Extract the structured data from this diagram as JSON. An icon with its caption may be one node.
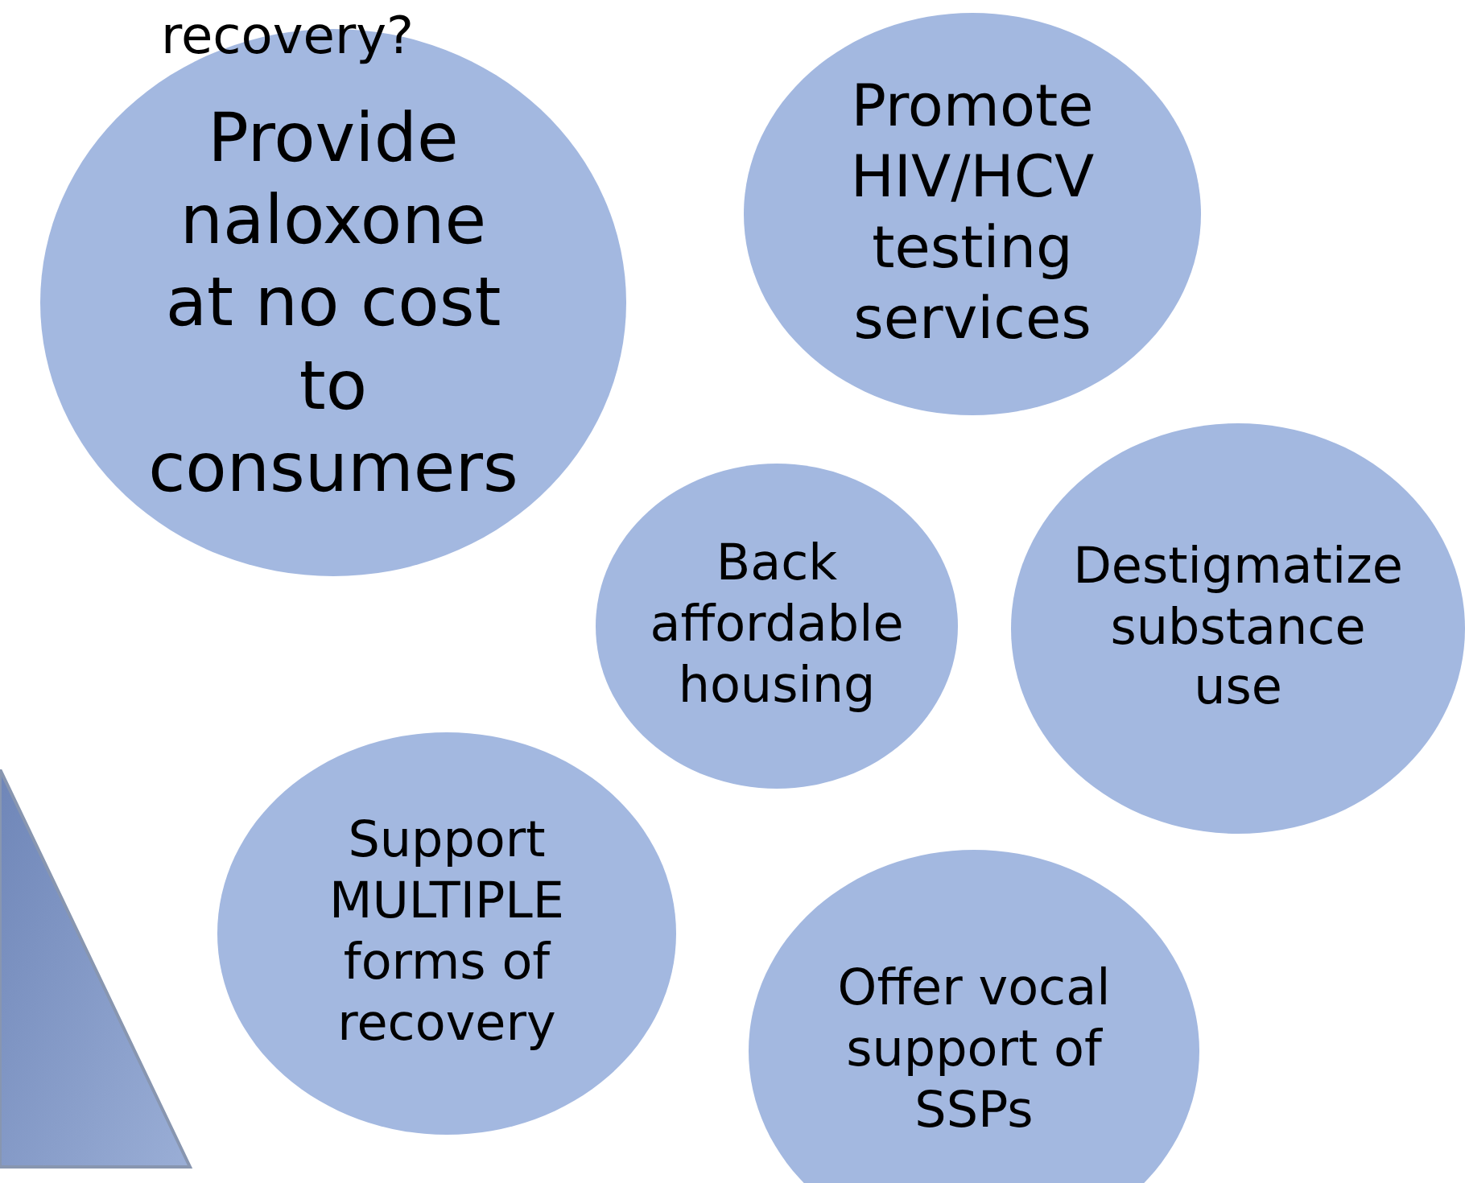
{
  "diagram": {
    "nodes": [
      {
        "text": [
          "Provide naloxone at no cost to consumers"
        ]
      },
      {
        "text": [
          "Promote HIV/HCV testing services"
        ]
      },
      {
        "text": [
          "Back affordable housing"
        ]
      },
      {
        "text": [
          "Destigmatize substance use"
        ]
      },
      {
        "text": [
          "Support MULTIPLE forms of recovery"
        ]
      },
      {
        "text": [
          "Offer vocal support of SSPs"
        ]
      },
      {
        "text": [],
        "shape": "triangle"
      }
    ],
    "labels": [
      "recovery?"
    ]
  }
}
